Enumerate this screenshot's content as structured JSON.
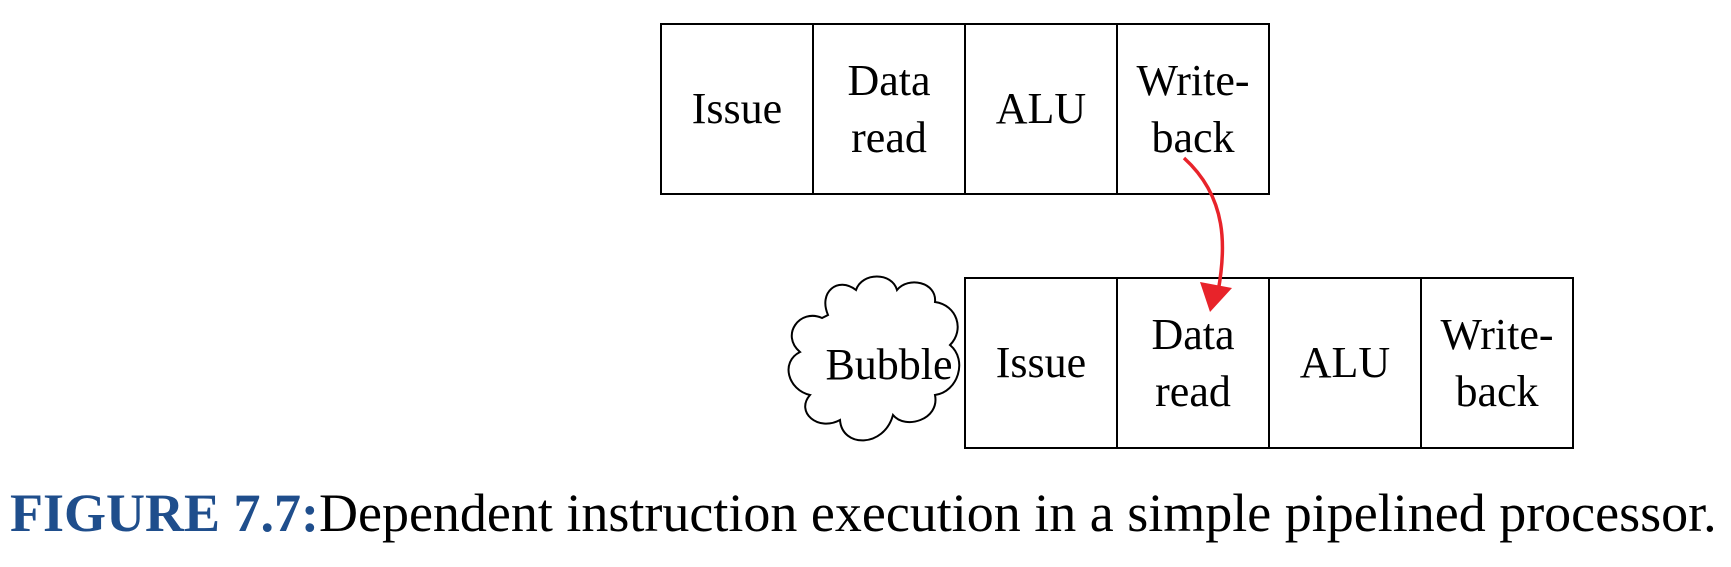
{
  "diagram": {
    "top_row": {
      "stages": [
        {
          "lines": [
            "Issue"
          ]
        },
        {
          "lines": [
            "Data",
            "read"
          ]
        },
        {
          "lines": [
            "ALU"
          ]
        },
        {
          "lines": [
            "Write-",
            "back"
          ]
        }
      ]
    },
    "bottom_row": {
      "bubble_label": "Bubble",
      "stages": [
        {
          "lines": [
            "Issue"
          ]
        },
        {
          "lines": [
            "Data",
            "read"
          ]
        },
        {
          "lines": [
            "ALU"
          ]
        },
        {
          "lines": [
            "Write-",
            "back"
          ]
        }
      ]
    },
    "arrow_color": "#e8232a"
  },
  "caption": {
    "label": "FIGURE 7.7:",
    "text": "Dependent instruction execution in a simple pipelined processor.",
    "label_color": "#1f4e8c"
  }
}
